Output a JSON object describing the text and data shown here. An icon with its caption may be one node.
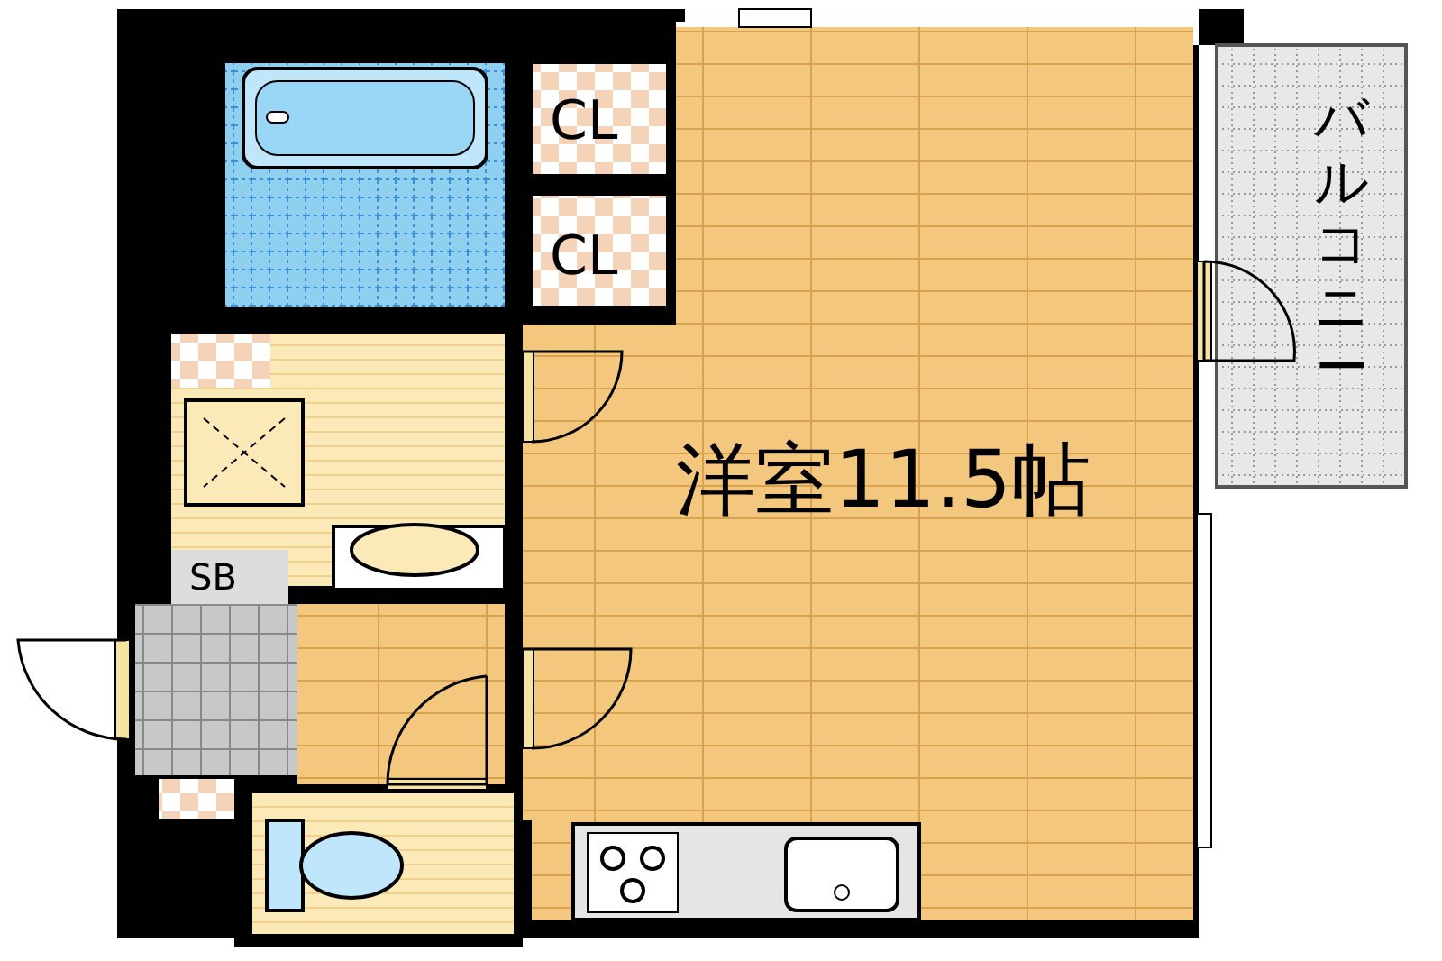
{
  "diagram": {
    "labels": [
      "CL",
      "CL",
      "バルコニー",
      "洋室11.5帖",
      "SB"
    ]
  }
}
